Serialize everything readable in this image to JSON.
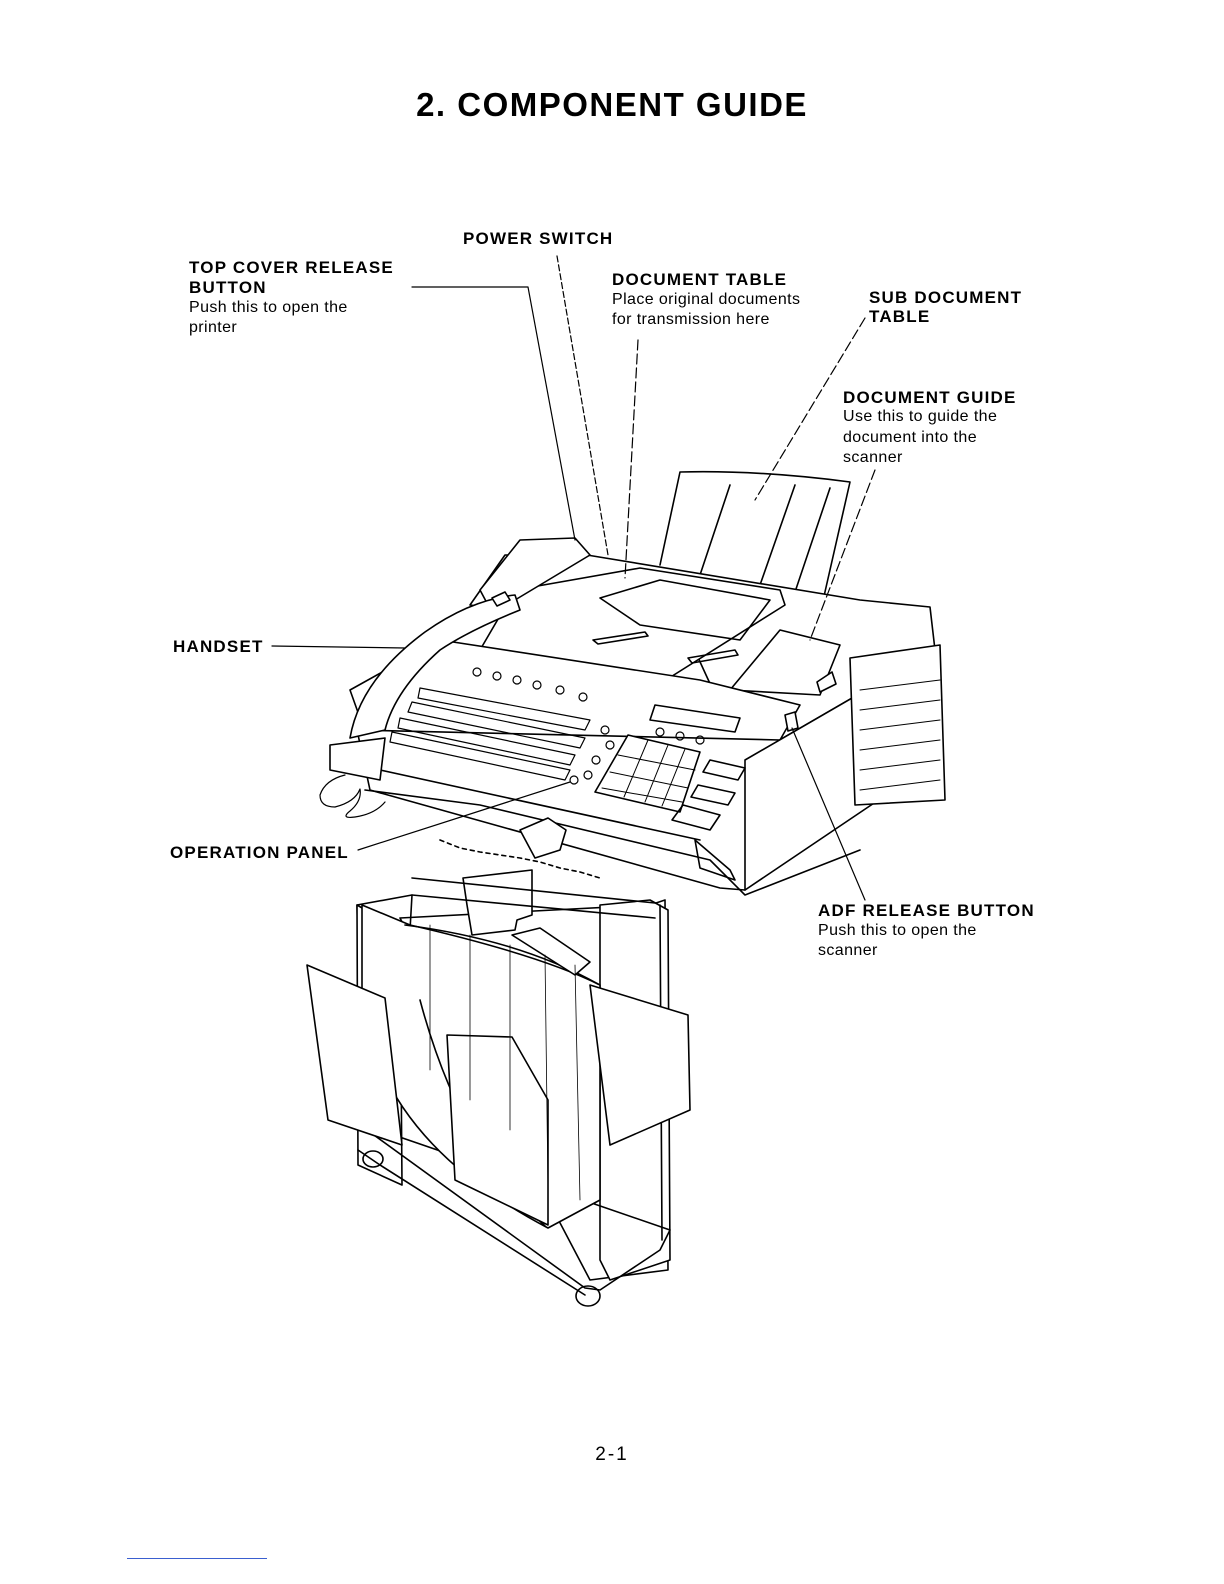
{
  "page": {
    "title": "2. COMPONENT GUIDE",
    "page_number": "2-1"
  },
  "callouts": {
    "power_switch": {
      "label": "POWER SWITCH"
    },
    "top_cover": {
      "label_line1": "TOP COVER RELEASE",
      "label_line2": "BUTTON",
      "desc_line1": "Push this to open the",
      "desc_line2": "printer"
    },
    "document_table": {
      "label": "DOCUMENT TABLE",
      "desc_line1": "Place original documents",
      "desc_line2": "for transmission here"
    },
    "sub_document_table": {
      "label_line1": "SUB DOCUMENT",
      "label_line2": "TABLE"
    },
    "document_guide": {
      "label": "DOCUMENT GUIDE",
      "desc_line1": "Use this to guide the",
      "desc_line2": "document into the",
      "desc_line3": "scanner"
    },
    "handset": {
      "label": "HANDSET"
    },
    "operation_panel": {
      "label": "OPERATION PANEL"
    },
    "adf_release": {
      "label": "ADF RELEASE BUTTON",
      "desc_line1": "Push this to open the",
      "desc_line2": "scanner"
    }
  }
}
